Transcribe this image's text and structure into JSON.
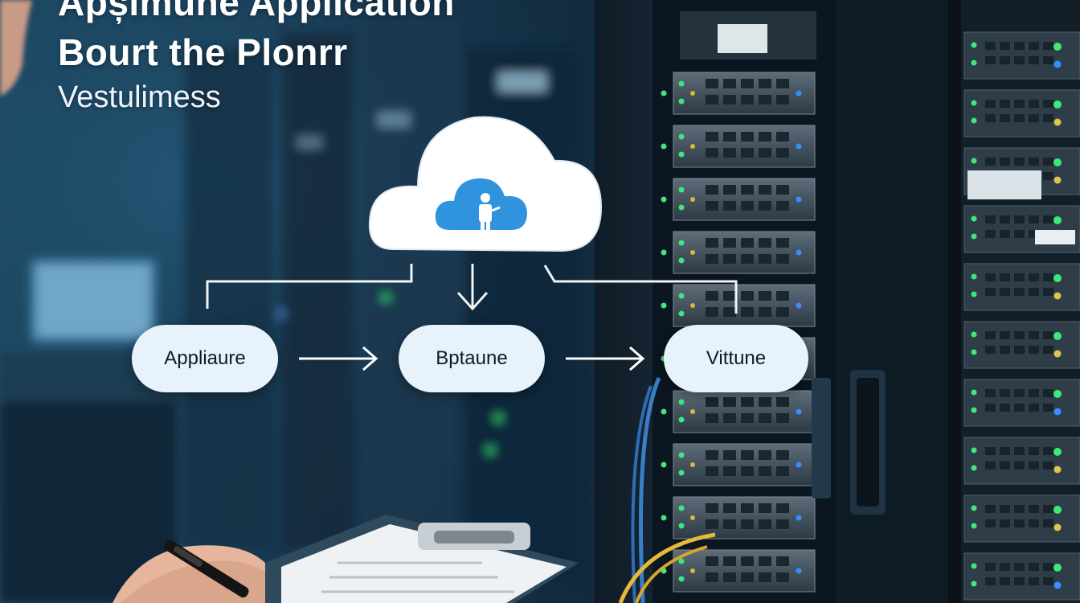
{
  "headline": {
    "line1": "Apșimune Application",
    "line2": "Bourt the Plonrr",
    "subtitle": "Vestulimess"
  },
  "diagram": {
    "nodes": [
      "Appliaure",
      "Bptaune",
      "Vittune"
    ],
    "cloud_icon": "cloud-person-icon",
    "arrow_icon": "arrow-right-icon"
  },
  "colors": {
    "pill_bg": "#e8f2fb",
    "cloud_accent": "#2f93de",
    "led_green": "#3ee87a",
    "led_blue": "#3a8cff",
    "text_white": "#ffffff"
  }
}
